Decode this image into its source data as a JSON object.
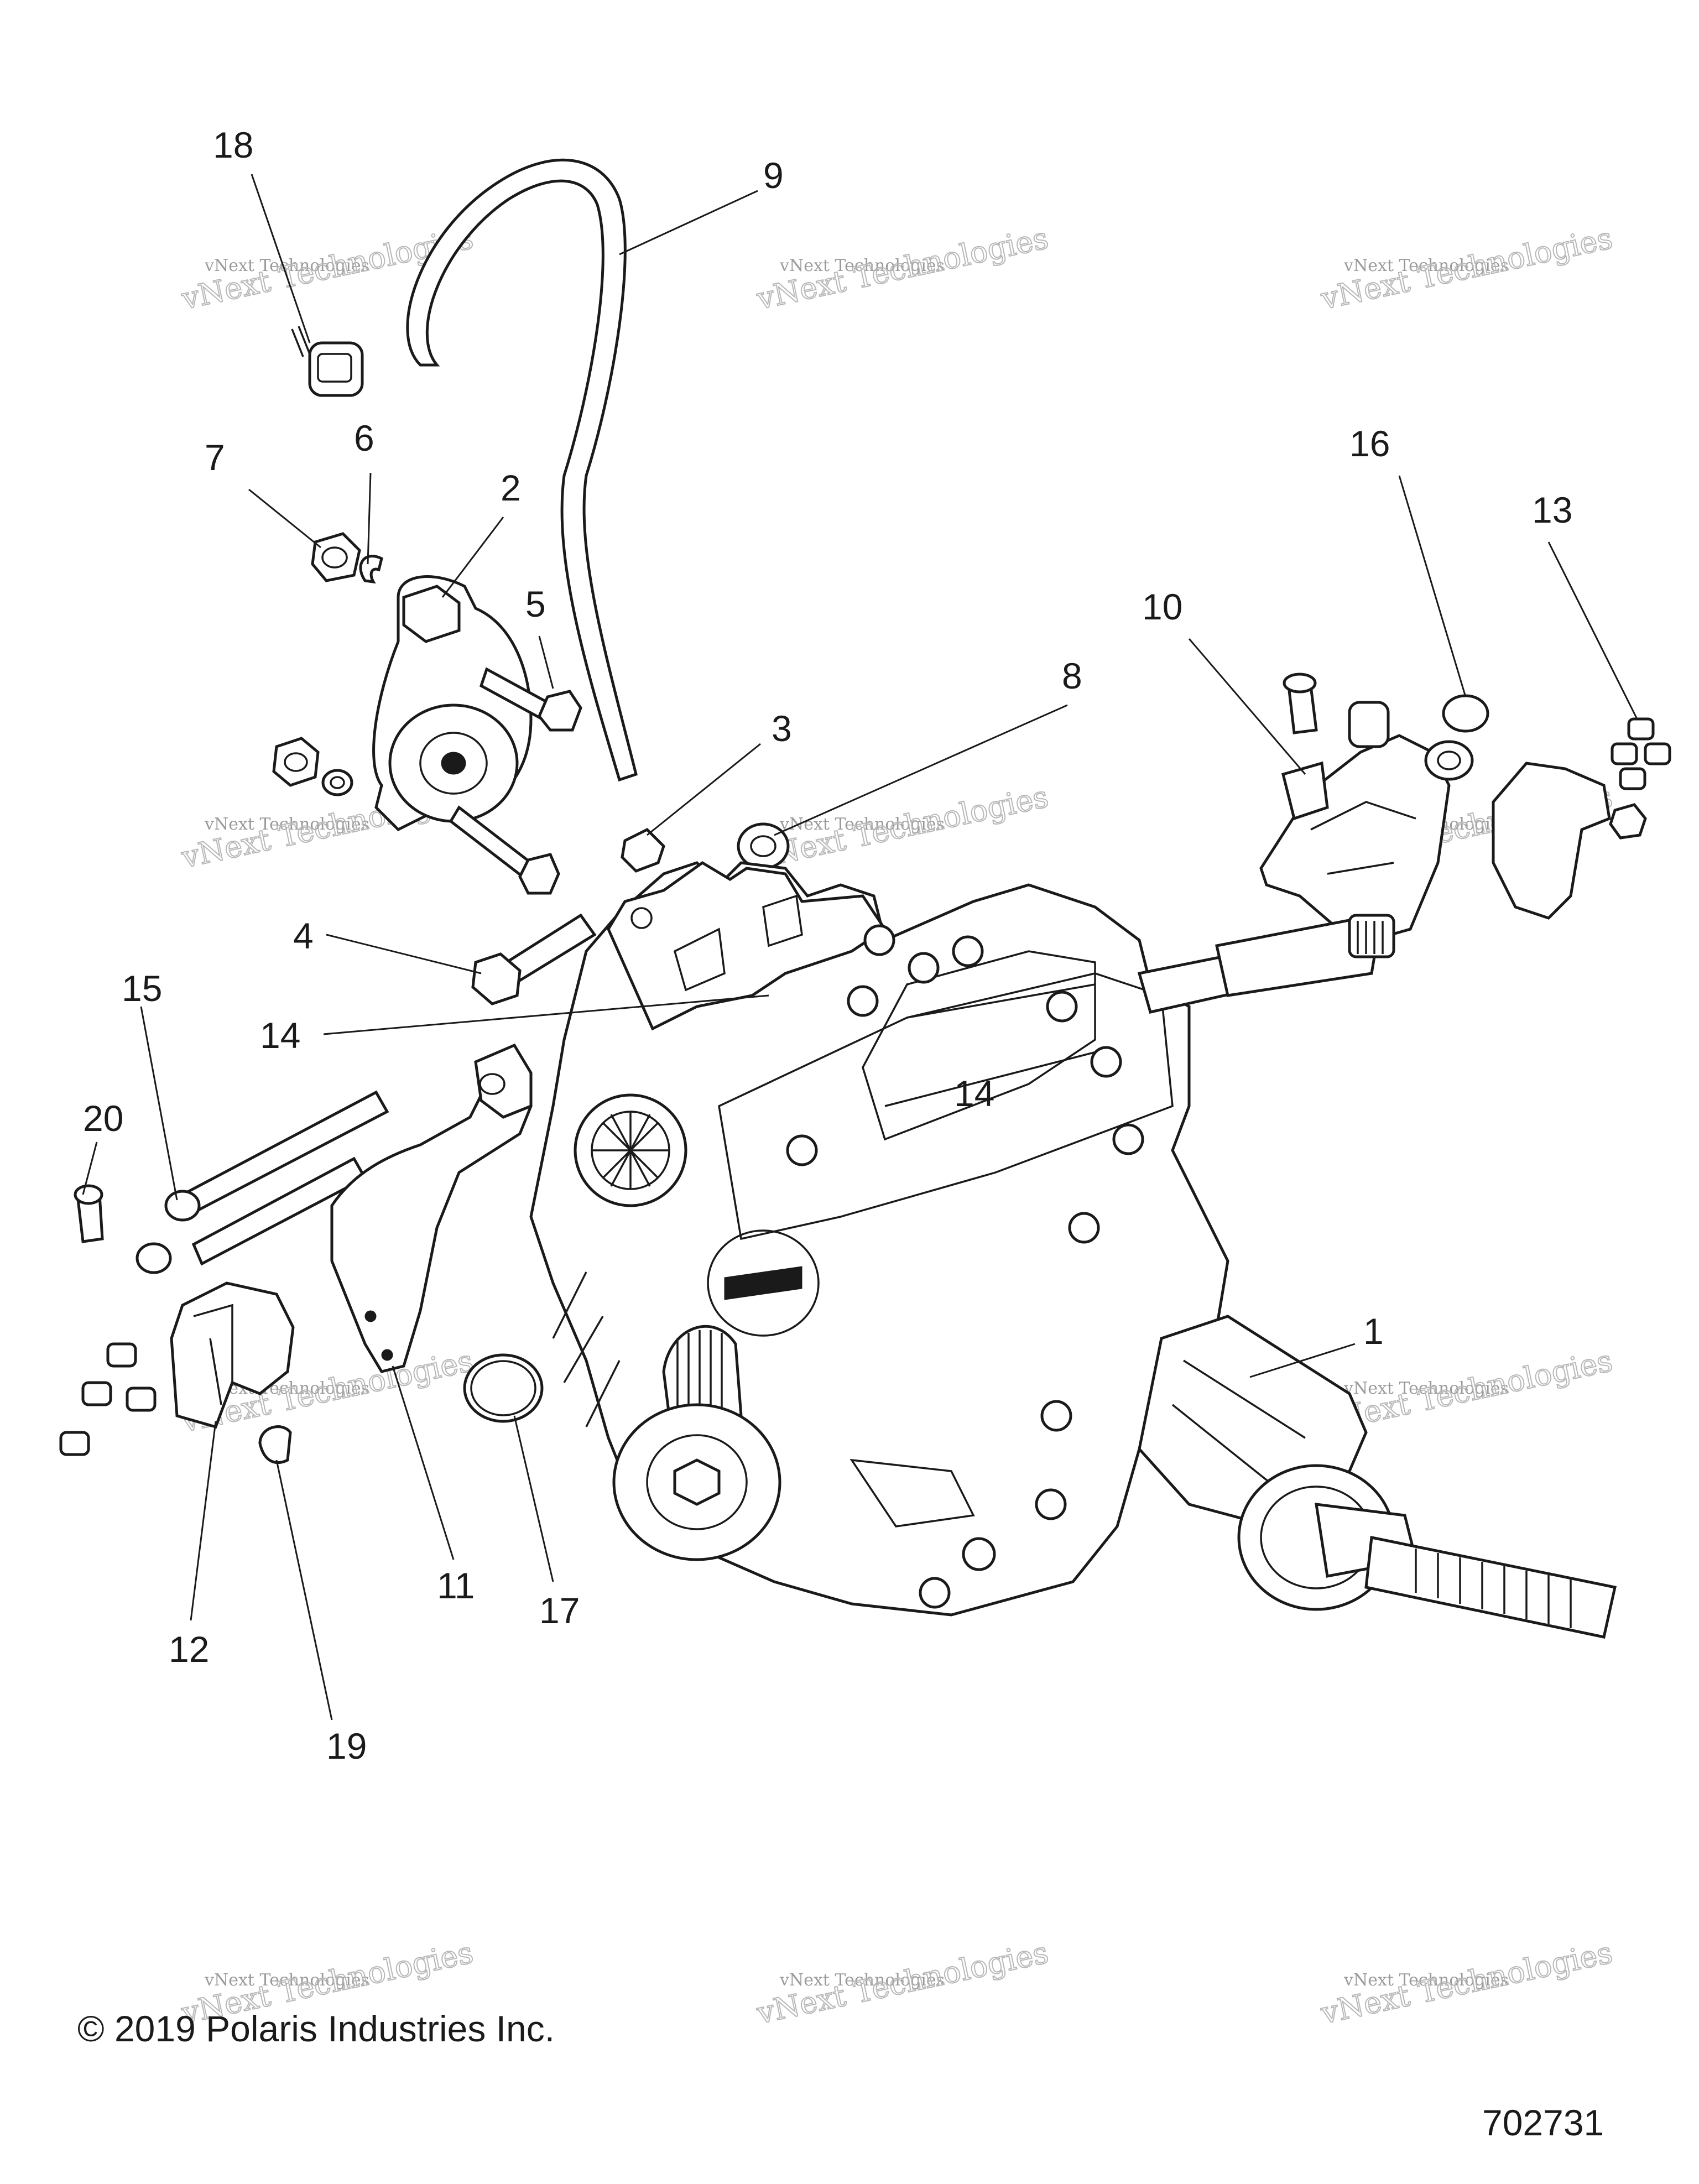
{
  "diagram": {
    "callouts": [
      "18",
      "9",
      "7",
      "6",
      "2",
      "5",
      "16",
      "13",
      "10",
      "8",
      "3",
      "4",
      "15",
      "14",
      "14",
      "20",
      "1",
      "11",
      "17",
      "12",
      "19"
    ]
  },
  "watermark": {
    "line1": "vNext Technologies",
    "line2": "vNext Technologies"
  },
  "footer": {
    "copyright": "© 2019 Polaris Industries Inc.",
    "diagram_number": "702731"
  },
  "colors": {
    "line": "#1a1a1a",
    "watermark": "#9a9a9a",
    "background": "#ffffff"
  }
}
